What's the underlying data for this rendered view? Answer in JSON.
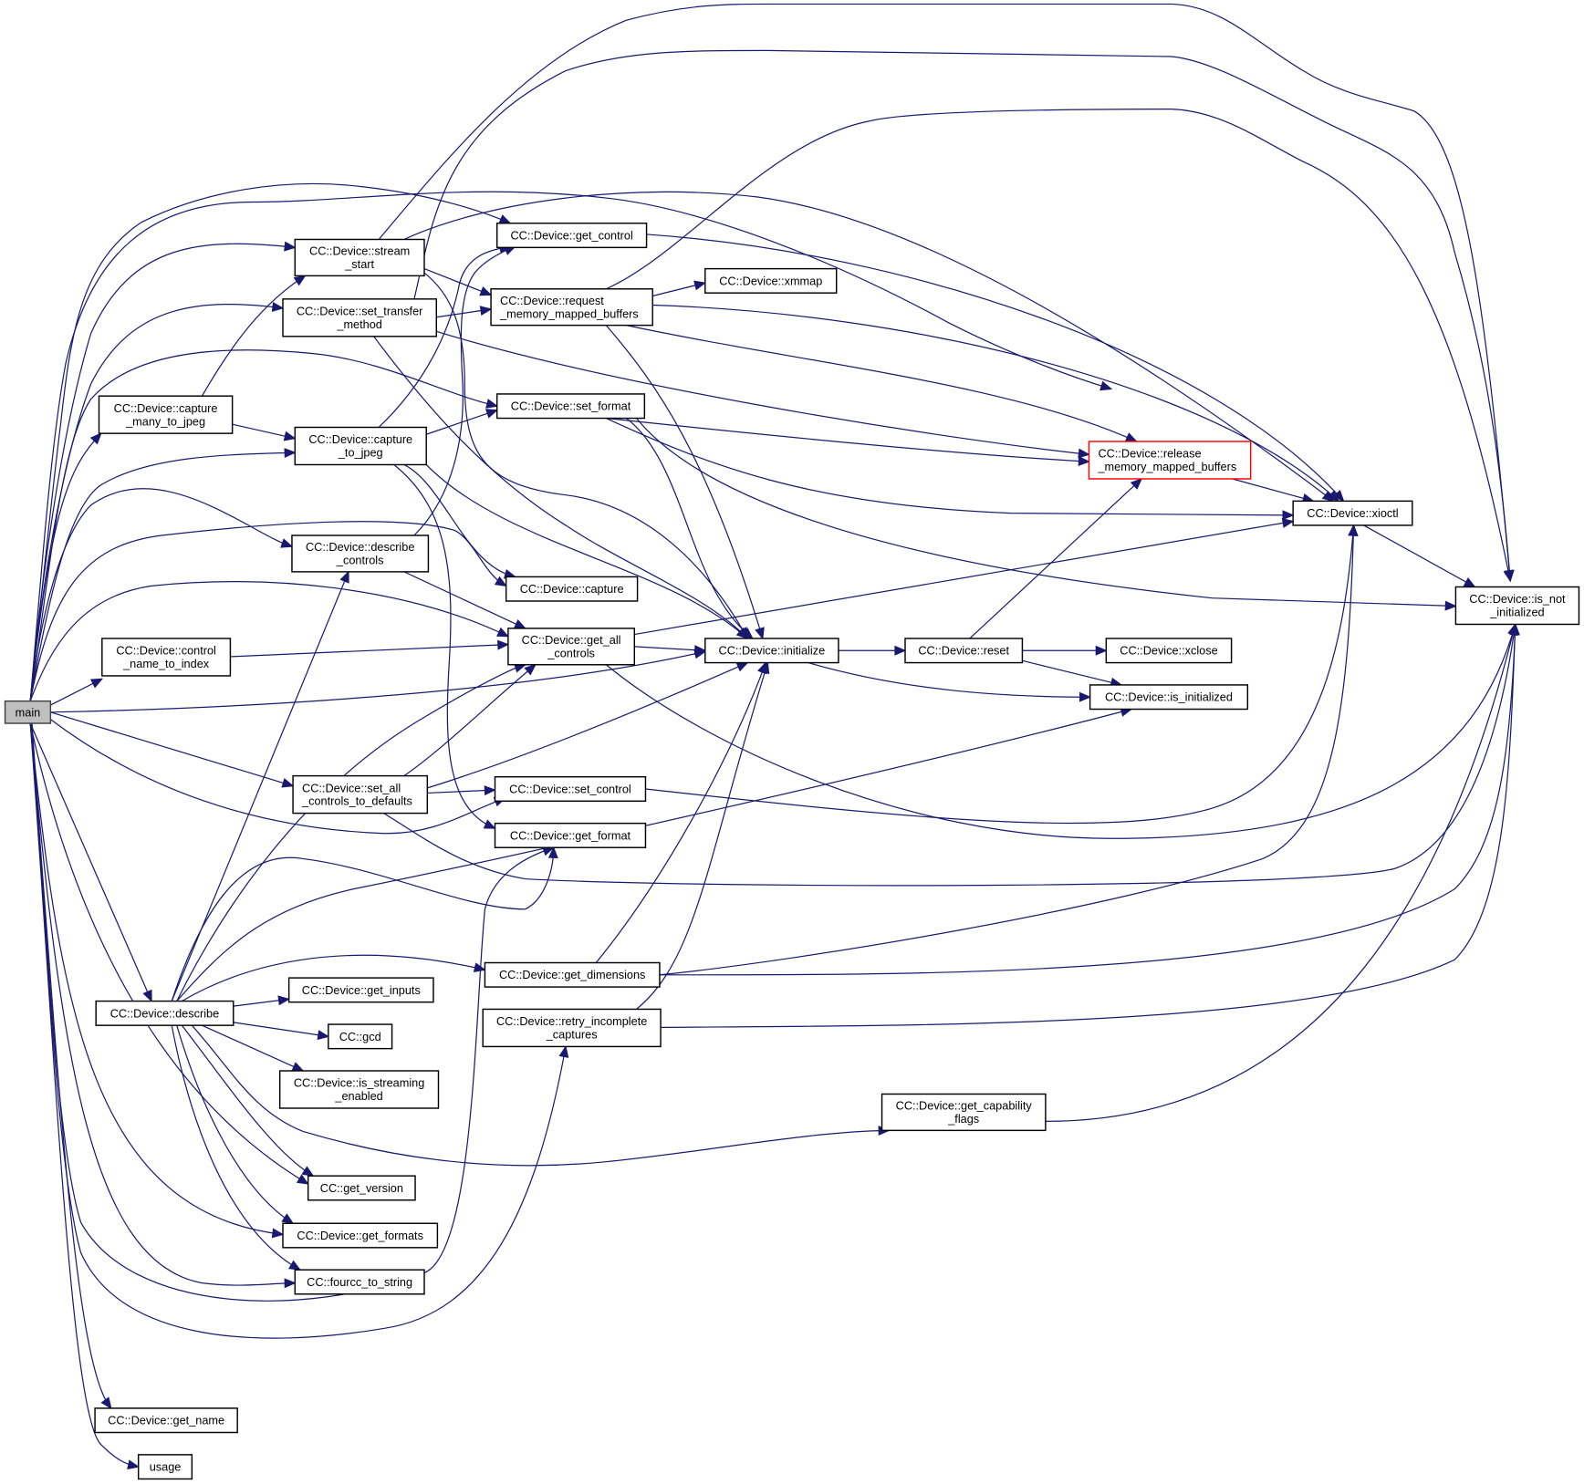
{
  "diagram": {
    "type": "call-graph",
    "edge_color": "#191970",
    "root_fill": "#bfbfbf",
    "highlight_border": "#ff0000",
    "nodes": [
      {
        "id": "main",
        "lines": [
          "main"
        ],
        "style": "root"
      },
      {
        "id": "stream_start",
        "lines": [
          "CC::Device::stream",
          "_start"
        ]
      },
      {
        "id": "set_transfer_method",
        "lines": [
          "CC::Device::set_transfer",
          "_method"
        ]
      },
      {
        "id": "capture_many_to_jpeg",
        "lines": [
          "CC::Device::capture",
          "_many_to_jpeg"
        ]
      },
      {
        "id": "capture_to_jpeg",
        "lines": [
          "CC::Device::capture",
          "_to_jpeg"
        ]
      },
      {
        "id": "describe_controls",
        "lines": [
          "CC::Device::describe",
          "_controls"
        ]
      },
      {
        "id": "control_name_to_index",
        "lines": [
          "CC::Device::control",
          "_name_to_index"
        ]
      },
      {
        "id": "set_all_controls_to_defaults",
        "lines": [
          "CC::Device::set_all",
          "_controls_to_defaults"
        ],
        "align": "left"
      },
      {
        "id": "describe",
        "lines": [
          "CC::Device::describe"
        ]
      },
      {
        "id": "get_inputs",
        "lines": [
          "CC::Device::get_inputs"
        ]
      },
      {
        "id": "gcd",
        "lines": [
          "CC::gcd"
        ]
      },
      {
        "id": "is_streaming_enabled",
        "lines": [
          "CC::Device::is_streaming",
          "_enabled"
        ]
      },
      {
        "id": "get_version",
        "lines": [
          "CC::get_version"
        ]
      },
      {
        "id": "get_formats",
        "lines": [
          "CC::Device::get_formats"
        ]
      },
      {
        "id": "fourcc_to_string",
        "lines": [
          "CC::fourcc_to_string"
        ]
      },
      {
        "id": "get_name",
        "lines": [
          "CC::Device::get_name"
        ]
      },
      {
        "id": "usage",
        "lines": [
          "usage"
        ]
      },
      {
        "id": "get_control",
        "lines": [
          "CC::Device::get_control"
        ]
      },
      {
        "id": "request_memory_mapped_buffers",
        "lines": [
          "CC::Device::request",
          "_memory_mapped_buffers"
        ],
        "align": "left"
      },
      {
        "id": "set_format",
        "lines": [
          "CC::Device::set_format"
        ]
      },
      {
        "id": "capture",
        "lines": [
          "CC::Device::capture"
        ]
      },
      {
        "id": "get_all_controls",
        "lines": [
          "CC::Device::get_all",
          "_controls"
        ]
      },
      {
        "id": "set_control",
        "lines": [
          "CC::Device::set_control"
        ]
      },
      {
        "id": "get_format",
        "lines": [
          "CC::Device::get_format"
        ]
      },
      {
        "id": "get_dimensions",
        "lines": [
          "CC::Device::get_dimensions"
        ]
      },
      {
        "id": "retry_incomplete_captures",
        "lines": [
          "CC::Device::retry_incomplete",
          "_captures"
        ]
      },
      {
        "id": "xmmap",
        "lines": [
          "CC::Device::xmmap"
        ]
      },
      {
        "id": "initialize",
        "lines": [
          "CC::Device::initialize"
        ]
      },
      {
        "id": "reset",
        "lines": [
          "CC::Device::reset"
        ]
      },
      {
        "id": "xclose",
        "lines": [
          "CC::Device::xclose"
        ]
      },
      {
        "id": "is_initialized",
        "lines": [
          "CC::Device::is_initialized"
        ]
      },
      {
        "id": "release_memory_mapped_buffers",
        "lines": [
          "CC::Device::release",
          "_memory_mapped_buffers"
        ],
        "style": "highlight",
        "align": "left"
      },
      {
        "id": "get_capability_flags",
        "lines": [
          "CC::Device::get_capability",
          "_flags"
        ]
      },
      {
        "id": "xioctl",
        "lines": [
          "CC::Device::xioctl"
        ]
      },
      {
        "id": "is_not_initialized",
        "lines": [
          "CC::Device::is_not",
          "_initialized"
        ]
      }
    ],
    "edges": [
      [
        "main",
        "stream_start"
      ],
      [
        "main",
        "set_transfer_method"
      ],
      [
        "main",
        "capture_many_to_jpeg"
      ],
      [
        "main",
        "capture_to_jpeg"
      ],
      [
        "main",
        "describe_controls"
      ],
      [
        "main",
        "control_name_to_index"
      ],
      [
        "main",
        "set_all_controls_to_defaults"
      ],
      [
        "main",
        "describe"
      ],
      [
        "main",
        "get_version"
      ],
      [
        "main",
        "get_formats"
      ],
      [
        "main",
        "fourcc_to_string"
      ],
      [
        "main",
        "get_name"
      ],
      [
        "main",
        "usage"
      ],
      [
        "main",
        "get_control"
      ],
      [
        "main",
        "set_format"
      ],
      [
        "main",
        "capture"
      ],
      [
        "main",
        "get_all_controls"
      ],
      [
        "main",
        "set_control"
      ],
      [
        "main",
        "get_format"
      ],
      [
        "main",
        "retry_incomplete_captures"
      ],
      [
        "main",
        "initialize"
      ],
      [
        "main",
        "is_not_initialized"
      ],
      [
        "stream_start",
        "request_memory_mapped_buffers"
      ],
      [
        "stream_start",
        "initialize"
      ],
      [
        "stream_start",
        "xioctl"
      ],
      [
        "stream_start",
        "is_not_initialized"
      ],
      [
        "set_transfer_method",
        "request_memory_mapped_buffers"
      ],
      [
        "set_transfer_method",
        "release_memory_mapped_buffers"
      ],
      [
        "set_transfer_method",
        "initialize"
      ],
      [
        "set_transfer_method",
        "is_not_initialized"
      ],
      [
        "capture_many_to_jpeg",
        "stream_start"
      ],
      [
        "capture_many_to_jpeg",
        "capture_to_jpeg"
      ],
      [
        "capture_to_jpeg",
        "get_control"
      ],
      [
        "capture_to_jpeg",
        "set_format"
      ],
      [
        "capture_to_jpeg",
        "capture"
      ],
      [
        "capture_to_jpeg",
        "initialize"
      ],
      [
        "capture_to_jpeg",
        "get_format"
      ],
      [
        "describe_controls",
        "get_control"
      ],
      [
        "describe_controls",
        "get_all_controls"
      ],
      [
        "control_name_to_index",
        "get_all_controls"
      ],
      [
        "set_all_controls_to_defaults",
        "get_all_controls"
      ],
      [
        "set_all_controls_to_defaults",
        "initialize"
      ],
      [
        "set_all_controls_to_defaults",
        "set_control"
      ],
      [
        "set_all_controls_to_defaults",
        "is_not_initialized"
      ],
      [
        "describe",
        "describe_controls"
      ],
      [
        "describe",
        "get_all_controls"
      ],
      [
        "describe",
        "get_inputs"
      ],
      [
        "describe",
        "gcd"
      ],
      [
        "describe",
        "is_streaming_enabled"
      ],
      [
        "describe",
        "get_version"
      ],
      [
        "describe",
        "get_formats"
      ],
      [
        "describe",
        "fourcc_to_string"
      ],
      [
        "describe",
        "get_dimensions"
      ],
      [
        "describe",
        "get_capability_flags"
      ],
      [
        "describe",
        "is_initialized"
      ],
      [
        "describe",
        "get_format"
      ],
      [
        "get_control",
        "xioctl"
      ],
      [
        "request_memory_mapped_buffers",
        "xmmap"
      ],
      [
        "request_memory_mapped_buffers",
        "release_memory_mapped_buffers"
      ],
      [
        "request_memory_mapped_buffers",
        "initialize"
      ],
      [
        "request_memory_mapped_buffers",
        "xioctl"
      ],
      [
        "request_memory_mapped_buffers",
        "is_not_initialized"
      ],
      [
        "set_format",
        "release_memory_mapped_buffers"
      ],
      [
        "set_format",
        "xioctl"
      ],
      [
        "set_format",
        "initialize"
      ],
      [
        "set_format",
        "is_not_initialized"
      ],
      [
        "get_all_controls",
        "initialize"
      ],
      [
        "get_all_controls",
        "xioctl"
      ],
      [
        "get_all_controls",
        "is_not_initialized"
      ],
      [
        "set_control",
        "xioctl"
      ],
      [
        "get_dimensions",
        "initialize"
      ],
      [
        "get_dimensions",
        "xioctl"
      ],
      [
        "get_dimensions",
        "is_not_initialized"
      ],
      [
        "retry_incomplete_captures",
        "initialize"
      ],
      [
        "retry_incomplete_captures",
        "is_not_initialized"
      ],
      [
        "initialize",
        "reset"
      ],
      [
        "initialize",
        "is_initialized"
      ],
      [
        "reset",
        "release_memory_mapped_buffers"
      ],
      [
        "reset",
        "xclose"
      ],
      [
        "reset",
        "is_initialized"
      ],
      [
        "release_memory_mapped_buffers",
        "xioctl"
      ],
      [
        "xioctl",
        "is_not_initialized"
      ],
      [
        "get_capability_flags",
        "is_not_initialized"
      ]
    ]
  }
}
